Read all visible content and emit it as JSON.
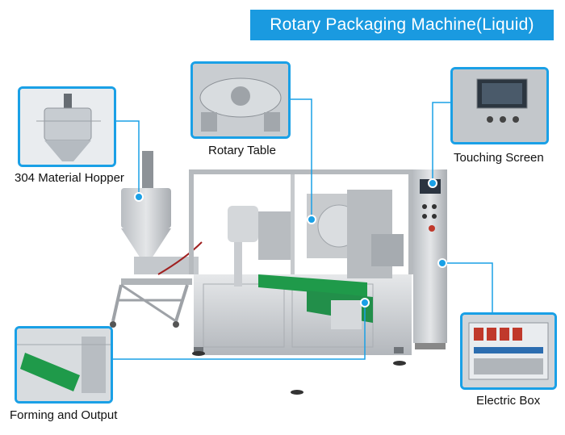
{
  "title": "Rotary Packaging Machine(Liquid)",
  "callouts": {
    "hopper": "304 Material Hopper",
    "rotary_table": "Rotary Table",
    "touch_screen": "Touching Screen",
    "forming_output": "Forming and Output",
    "electric_box": "Electric Box"
  },
  "colors": {
    "accent": "#1a9ae0",
    "stainless": "#c9ccd0",
    "belt": "#1f9a4a"
  }
}
